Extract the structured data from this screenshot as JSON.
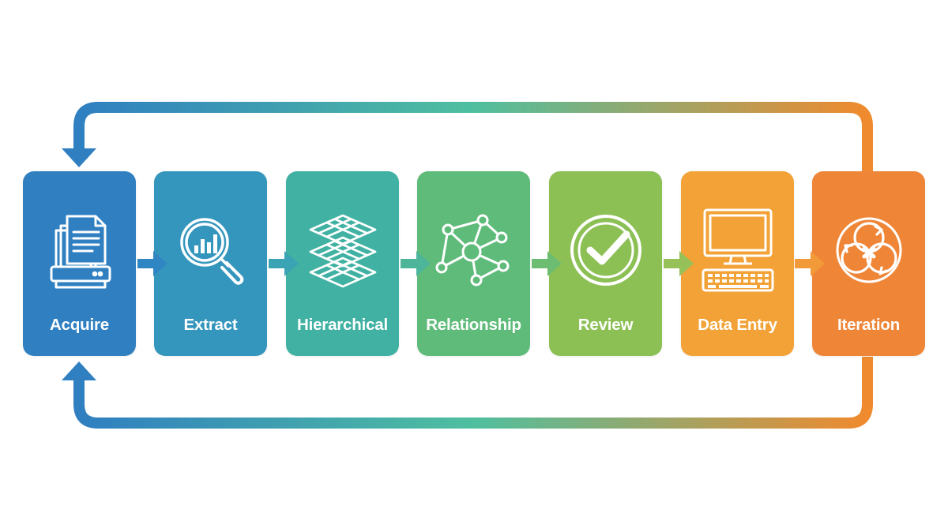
{
  "stages": [
    {
      "label": "Acquire",
      "icon": "document-scanner-icon",
      "color": "#2f7fc1"
    },
    {
      "label": "Extract",
      "icon": "magnifier-chart-icon",
      "color": "#3596bd"
    },
    {
      "label": "Hierarchical",
      "icon": "layered-grid-icon",
      "color": "#40b1a2"
    },
    {
      "label": "Relationship",
      "icon": "network-graph-icon",
      "color": "#5fbb7a"
    },
    {
      "label": "Review",
      "icon": "checkmark-circle-icon",
      "color": "#8cc055"
    },
    {
      "label": "Data Entry",
      "icon": "computer-keyboard-icon",
      "color": "#f2a236"
    },
    {
      "label": "Iteration",
      "icon": "cycle-arrows-icon",
      "color": "#ef8637"
    }
  ],
  "colors": {
    "loop_start": "#2f7fc1",
    "loop_mid": "#4fbf9f",
    "loop_end": "#f08a2e"
  }
}
